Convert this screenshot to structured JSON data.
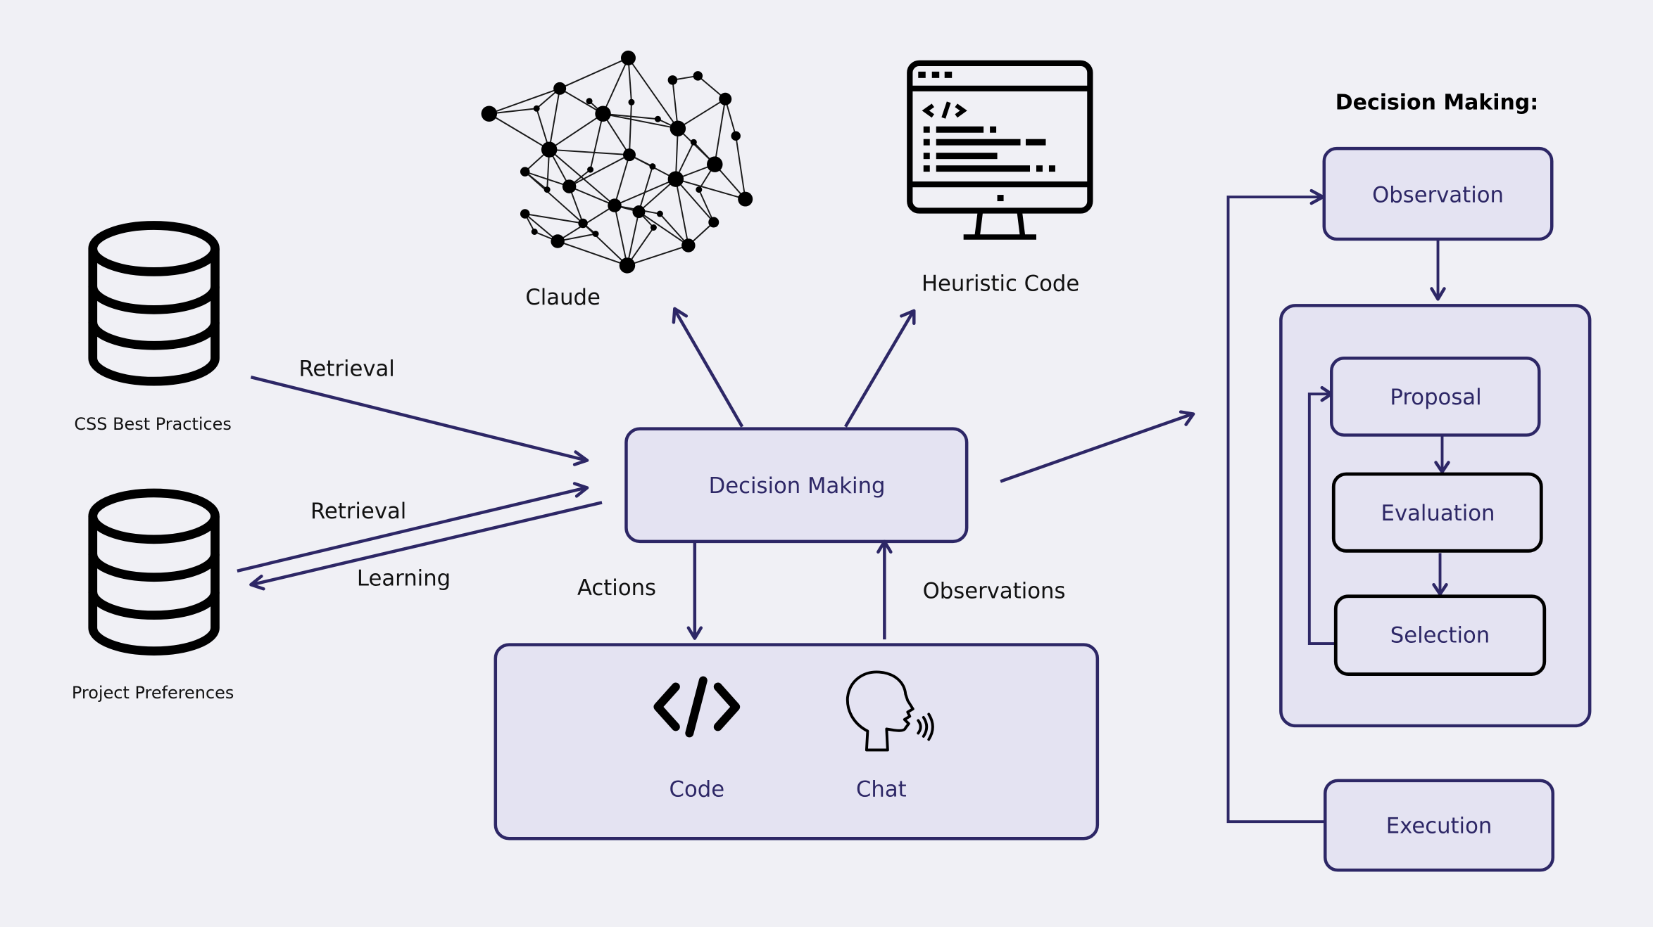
{
  "colors": {
    "background": "#f0f0f5",
    "box_fill": "#e4e3f2",
    "accent": "#2d2766",
    "icon": "#000000"
  },
  "left": {
    "db1": {
      "icon": "database-icon",
      "label": "CSS Best Practices"
    },
    "db2": {
      "icon": "database-icon",
      "label": "Project Preferences"
    }
  },
  "top": {
    "claude": {
      "icon": "neural-network-icon",
      "label": "Claude"
    },
    "heuristic": {
      "icon": "code-monitor-icon",
      "label": "Heuristic Code"
    }
  },
  "center": {
    "decision": {
      "label": "Decision Making"
    }
  },
  "edges": {
    "retrieval_1": "Retrieval",
    "retrieval_2": "Retrieval",
    "learning": "Learning",
    "actions": "Actions",
    "observations": "Observations"
  },
  "environment": {
    "code": {
      "icon": "code-brackets-icon",
      "label": "Code"
    },
    "chat": {
      "icon": "speaking-head-icon",
      "label": "Chat"
    }
  },
  "decision_detail": {
    "heading": "Decision Making:",
    "observation": "Observation",
    "proposal": "Proposal",
    "evaluation": "Evaluation",
    "selection": "Selection",
    "execution": "Execution"
  }
}
